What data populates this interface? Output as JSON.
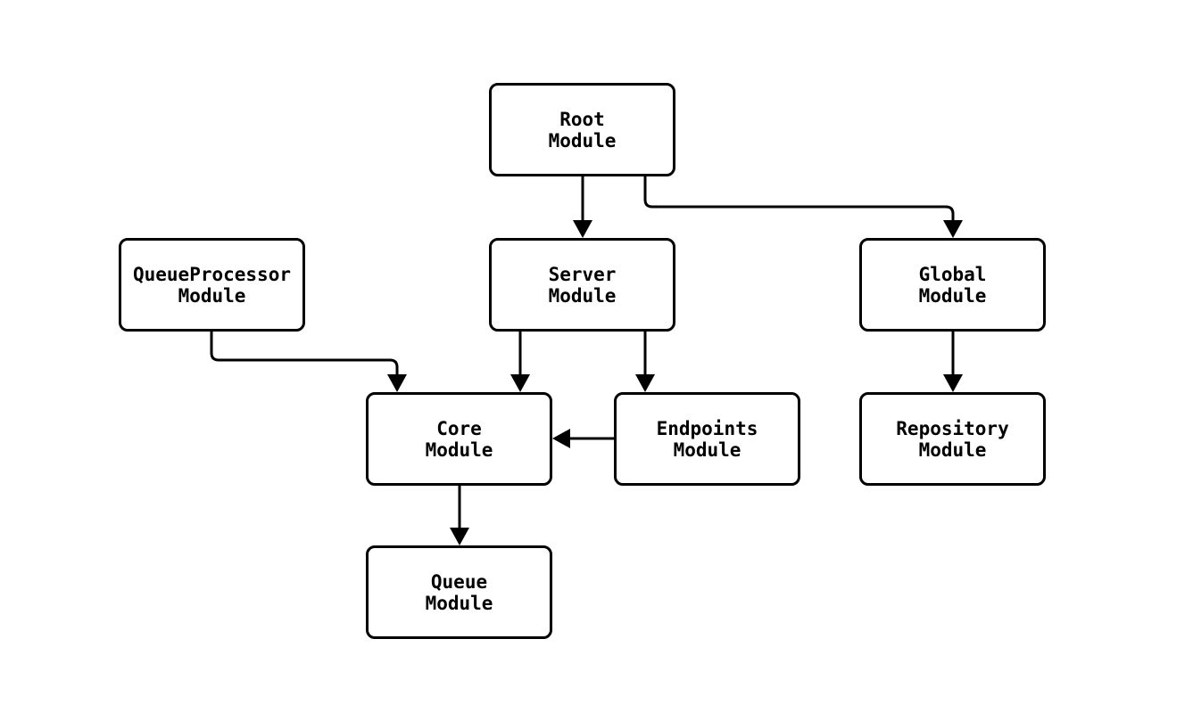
{
  "diagram": {
    "colors": {
      "background": "#ffffff",
      "node_fill": "#ffffff",
      "line": "#000000"
    },
    "nodes": {
      "root": {
        "line1": "Root",
        "line2": "Module"
      },
      "queueprocessor": {
        "line1": "QueueProcessor",
        "line2": "Module"
      },
      "server": {
        "line1": "Server",
        "line2": "Module"
      },
      "global": {
        "line1": "Global",
        "line2": "Module"
      },
      "core": {
        "line1": "Core",
        "line2": "Module"
      },
      "endpoints": {
        "line1": "Endpoints",
        "line2": "Module"
      },
      "repository": {
        "line1": "Repository",
        "line2": "Module"
      },
      "queue": {
        "line1": "Queue",
        "line2": "Module"
      }
    },
    "edges": [
      {
        "from": "Root Module",
        "to": "Server Module",
        "label": "Root Module -> Server Module"
      },
      {
        "from": "Root Module",
        "to": "Global Module",
        "label": "Root Module -> Global Module"
      },
      {
        "from": "QueueProcessor Module",
        "to": "Core Module",
        "label": "QueueProcessor Module -> Core Module"
      },
      {
        "from": "Server Module",
        "to": "Core Module",
        "label": "Server Module -> Core Module"
      },
      {
        "from": "Server Module",
        "to": "Endpoints Module",
        "label": "Server Module -> Endpoints Module"
      },
      {
        "from": "Endpoints Module",
        "to": "Core Module",
        "label": "Endpoints Module -> Core Module"
      },
      {
        "from": "Core Module",
        "to": "Queue Module",
        "label": "Core Module -> Queue Module"
      },
      {
        "from": "Global Module",
        "to": "Repository Module",
        "label": "Global Module -> Repository Module"
      }
    ]
  }
}
